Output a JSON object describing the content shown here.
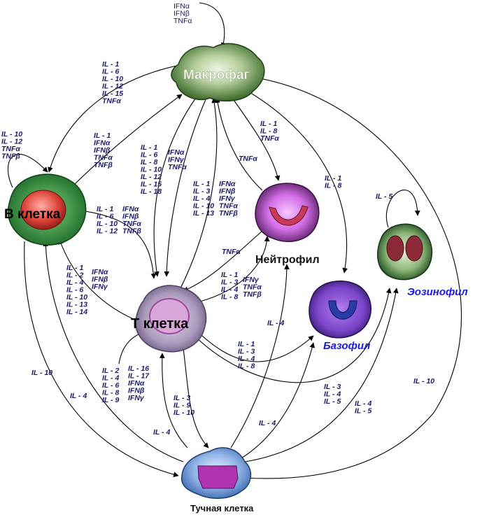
{
  "cells": {
    "macrophage": "Макрофаг",
    "bcell": "В клетка",
    "tcell": "Т клетка",
    "neutrophil": "Нейтрофил",
    "basophil": "Базофил",
    "eosinophil": "Эозинофил",
    "mast": "Тучная клетка"
  },
  "labels": {
    "top_in": [
      "IFNα",
      "IFNβ",
      "TNFα"
    ],
    "mac_to_b": [
      "IL - 1",
      "IL - 6",
      "IL - 10",
      "IL - 12",
      "IL - 15",
      "TNFα"
    ],
    "b_self": [
      "IL - 10",
      "IL - 12",
      "TNFα",
      "TNFβ"
    ],
    "b_to_mac": [
      "IL - 1",
      "IFNα",
      "IFNβ",
      "TNFα",
      "TNFβ"
    ],
    "mac_to_t_a": [
      "IL - 1",
      "IL - 6",
      "IL - 8",
      "IL - 10",
      "IL - 12",
      "IL - 15",
      "IL - 18"
    ],
    "mac_to_t_b": [
      "IFNα",
      "IFNγ",
      "TNFα"
    ],
    "t_to_mac_a": [
      "IL - 1",
      "IL - 3",
      "IL - 4",
      "IL - 10",
      "IL - 13"
    ],
    "t_to_mac_b": [
      "IFNα",
      "IFNβ",
      "IFNγ",
      "TNFα",
      "TNFβ"
    ],
    "mac_to_neut": [
      "IL - 1",
      "IL - 8",
      "TNFα"
    ],
    "neut_to_mac": [
      "TNFα"
    ],
    "mac_to_baso": [
      "IL - 1",
      "IL - 8"
    ],
    "eos_self": [
      "IL - 5"
    ],
    "b_to_t_a": [
      "IL - 1",
      "IL - 6",
      "IL - 10",
      "IL - 12"
    ],
    "b_to_t_b": [
      "IFNα",
      "IFNβ",
      "TNFα",
      "TNFβ"
    ],
    "neut_to_t": [
      "TNFα"
    ],
    "t_to_b_a": [
      "IL - 1",
      "IL - 2",
      "IL - 4",
      "IL - 6",
      "IL - 10",
      "IL - 13",
      "IL - 14"
    ],
    "t_to_b_b": [
      "IFNα",
      "IFNβ",
      "IFNγ"
    ],
    "t_to_neut_a": [
      "IL - 1",
      "IL - 3",
      "IL - 4",
      "IL - 8"
    ],
    "t_to_neut_b": [
      "IFNγ",
      "TNFα",
      "TNFβ"
    ],
    "t_to_baso": [
      "IL - 1",
      "IL - 3",
      "IL - 4",
      "IL - 8"
    ],
    "t_to_eos": [
      "IL - 3",
      "IL - 4",
      "IL - 5"
    ],
    "mast_to_eos": [
      "IL - 4",
      "IL - 5"
    ],
    "t_self_a": [
      "IL - 2",
      "IL - 4",
      "IL - 6",
      "IL - 8",
      "IL - 9"
    ],
    "t_self_b": [
      "IL - 16",
      "IL - 17",
      "IFNα",
      "IFNβ",
      "IFNγ"
    ],
    "t_to_mast": [
      "IL - 3",
      "IL - 9",
      "IL - 10"
    ],
    "mast_to_t": [
      "IL - 4"
    ],
    "mast_to_neut": [
      "IL - 4"
    ],
    "mast_to_baso": [
      "IL - 4"
    ],
    "b_to_mast": [
      "IL - 10"
    ],
    "mast_to_b": [
      "IL - 4"
    ],
    "mac_to_mast": [
      "IL - 10"
    ]
  },
  "colors": {
    "arrow": "#000000",
    "label": "#1a1a66",
    "blue_title": "#1a1adb",
    "mac_body": "#4a7a3a",
    "bcell_body": "#2e8b3c",
    "bcell_nucleus": "#d63a3a",
    "tcell_body": "#9b8fb0",
    "neut_body": "#7a3a8c",
    "baso_body": "#5a3aa0",
    "eos_body": "#2f6a2f",
    "mast_body": "#4a7fc6"
  }
}
